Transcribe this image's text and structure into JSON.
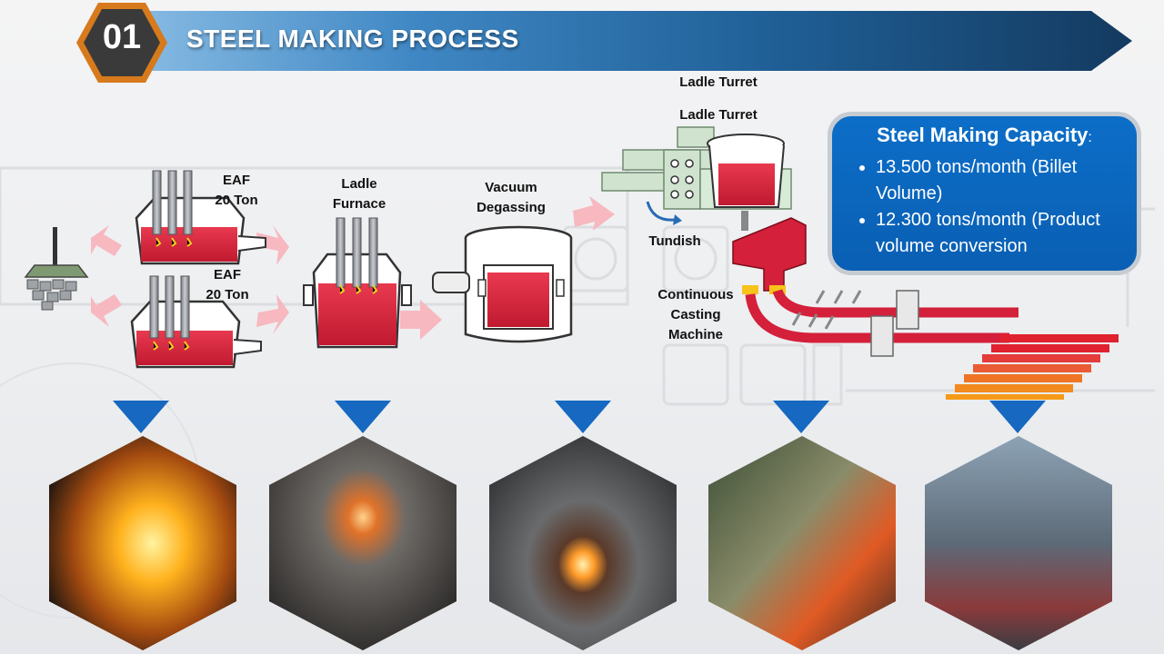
{
  "header": {
    "number": "01",
    "title": "STEEL MAKING PROCESS"
  },
  "diagram": {
    "labels": {
      "eaf_top": "EAF\n20 Ton",
      "eaf_bottom": "EAF\n20 Ton",
      "ladle_furnace": "Ladle\nFurnace",
      "vacuum_degassing": "Vacuum\nDegassing",
      "ladle_turret_1": "Ladle Turret",
      "ladle_turret_2": "Ladle Turret",
      "tundish": "Tundish",
      "continuous_casting": "Continuous\nCasting\nMachine"
    }
  },
  "capacity": {
    "title": "Steel Making Capacity",
    "title_suffix": ":",
    "items": [
      "13.500 tons/month (Billet Volume)",
      "12.300 tons/month (Product volume conversion"
    ]
  },
  "colors": {
    "accent_blue": "#0a5fb3",
    "molten": "#d4203a",
    "header_dark": "#143a60",
    "hex_orange": "#d67a1c",
    "arrow_pink": "#f7b8c0"
  },
  "photos": [
    {
      "icon": "eaf-pouring-photo"
    },
    {
      "icon": "ladle-furnace-photo"
    },
    {
      "icon": "vacuum-degassing-photo"
    },
    {
      "icon": "casting-machine-photo"
    },
    {
      "icon": "billet-yard-photo"
    }
  ]
}
